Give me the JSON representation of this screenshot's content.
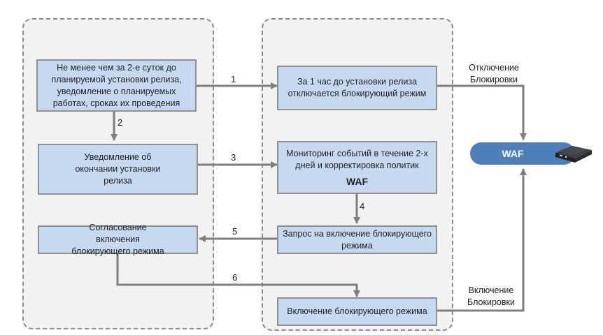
{
  "diagram": {
    "lanes": [
      {
        "id": "left"
      },
      {
        "id": "right"
      }
    ],
    "boxes": {
      "notify_before": "Не менее чем за 2-е суток до планируемой установки релиза, уведомление о планируемых работах, сроках их проведения",
      "notify_end": "Уведомление об окончании установки релиза",
      "approve_enable": "Согласование включения блокирующего режима",
      "disable_before": "За 1 час до установки релиза отключается блокирующий режим",
      "monitoring": "Мониторинг событий в течение 2-х дней и корректировка политик",
      "monitoring_bold": "WAF",
      "request_enable": "Запрос на включение блокирующего режима",
      "enable_mode": "Включение блокирующего режима"
    },
    "steps": [
      "1",
      "2",
      "3",
      "4",
      "5",
      "6"
    ],
    "side_labels": {
      "disable_line1": "Отключение",
      "disable_line2": "Блокировки",
      "enable_line1": "Включение",
      "enable_line2": "Блокировки"
    },
    "waf": {
      "label": "WAF",
      "icon": "server-appliance-icon"
    },
    "colors": {
      "box_fill": "#c6d9f1",
      "box_border": "#8f8f8f",
      "lane_fill": "#f2f2f2",
      "arrow": "#7f7f7f",
      "waf_fill": "#4f7fbb"
    }
  }
}
